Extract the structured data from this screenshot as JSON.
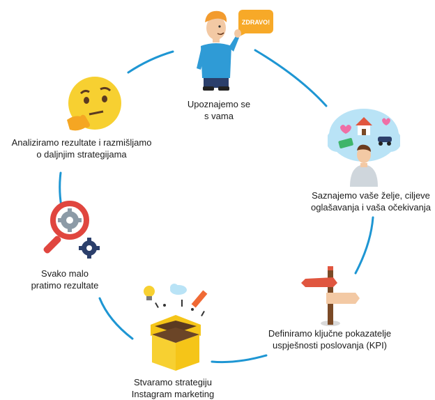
{
  "steps": [
    {
      "id": "meet",
      "lines": [
        "Upoznajemo se",
        "s vama"
      ],
      "icon": "waving-man-icon",
      "bubble": "ZDRAVO!"
    },
    {
      "id": "wishes",
      "lines": [
        "Saznajemo vaše želje, ciljeve",
        "oglašavanja i vaša očekivanja"
      ],
      "icon": "thinking-person-cloud-icon"
    },
    {
      "id": "kpi",
      "lines": [
        "Definiramo ključne pokazatelje",
        "uspješnosti poslovanja (KPI)"
      ],
      "icon": "signpost-icon"
    },
    {
      "id": "strategy",
      "lines": [
        "Stvaramo strategiju",
        "Instagram marketing"
      ],
      "icon": "idea-box-icon"
    },
    {
      "id": "track",
      "lines": [
        "Svako malo",
        "pratimo rezultate"
      ],
      "icon": "magnifier-gears-icon"
    },
    {
      "id": "analyze",
      "lines": [
        "Analiziramo rezultate i razmišljamo",
        "o daljnjim strategijama"
      ],
      "icon": "thinking-emoji-icon"
    }
  ],
  "colors": {
    "arc": "#1e96d3",
    "skin": "#f3c9a4",
    "shirt": "#2f9bd6",
    "yellow": "#f7d031",
    "red": "#e0463f",
    "cloud": "#b9e3f6"
  }
}
